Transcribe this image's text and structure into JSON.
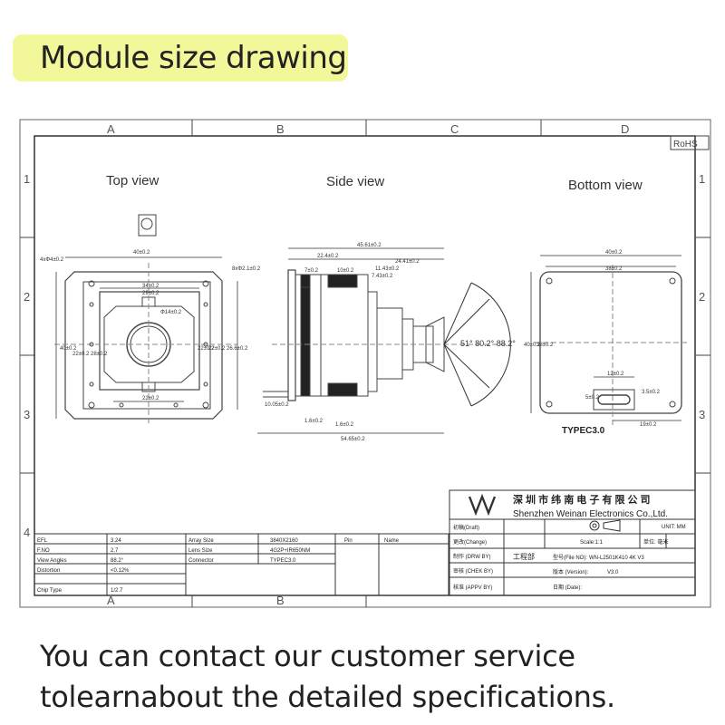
{
  "banner": {
    "title": "Module size drawing"
  },
  "caption": {
    "line1": "You can contact our customer service",
    "line2": "tolearnabout the detailed specifications."
  },
  "drawing": {
    "columns": [
      "A",
      "B",
      "C",
      "D"
    ],
    "rows": [
      "1",
      "2",
      "3",
      "4"
    ],
    "rohs": "RoHS",
    "views": {
      "top": "Top  view",
      "side": "Side   view",
      "bottom": "Bottom  view"
    },
    "top_dims": {
      "width_40": "40±0.2",
      "width_34": "34±0.2",
      "width_29": "29±0.2",
      "width_22": "22±0.2",
      "holes": "4xΦ4±0.2",
      "slot": "8xΦ2.1±0.2",
      "lens": "Φ14±0.2",
      "h40": "40±0.2",
      "h28": "28±0.2",
      "h22": "22±0.2",
      "h22r": "22±0.2",
      "h22r2": "22±0.2",
      "h26": "26.6±0.2"
    },
    "side_dims": {
      "total": "45.61±0.2",
      "d22": "22.4±0.2",
      "d24": "24.41±0.2",
      "d7": "7±0.2",
      "d10": "10±0.2",
      "d11": "11.43±0.2",
      "d7b": "7.43±0.2",
      "d10b": "10.05±0.2",
      "d1": "1.6±0.2",
      "d1b": "1.6±0.2",
      "d54": "54.65±0.2",
      "angles": "51° 80.2° 88.2°"
    },
    "bottom_dims": {
      "w40": "40±0.2",
      "w38": "38±0.2",
      "h40": "40±0.2",
      "h38": "38±0.2",
      "w12": "12±0.2",
      "d3": "3.5±0.2",
      "d19": "19±0.2",
      "d5": "5±0.2",
      "connector": "TYPEC3.0"
    },
    "title_block": {
      "company_cn": "深 圳 市 纬 南 电 子 有 限 公 司",
      "company_en": "Shenzhen Weinan Electronics Co.,Ltd.",
      "draft": "初稿(Draft)",
      "change": "更改(Change)",
      "drawn": "制作 (DRW BY)",
      "drawn_val": "工程部",
      "check": "审核 (CHEK BY)",
      "approve": "核准 (APPV BY)",
      "unit": "UNIT: MM",
      "scale": "Scale:1:1",
      "unit_cn": "单位: 毫米",
      "file": "型号(File NO):",
      "file_val": "WN-L2501K410  4K  V3",
      "version": "版本 (Version):",
      "version_val": "V3.0",
      "date": "日期 (Date):",
      "date_val": ""
    },
    "spec_table": {
      "rows": [
        [
          "EFL",
          "3.24",
          "Array Size",
          "3840X2160",
          "Pin",
          "Name"
        ],
        [
          "F.NO",
          "2.7",
          "Lens Size",
          "4G2P+IR650NM",
          "",
          ""
        ],
        [
          "View Angles",
          "88.2°",
          "Connector",
          "TYPEC3.0",
          "",
          ""
        ],
        [
          "Distortion",
          "<0.12%",
          "",
          "",
          "",
          ""
        ],
        [
          "",
          "",
          "",
          "",
          "",
          ""
        ],
        [
          "Chip Type",
          "1/2.7",
          "",
          "",
          "",
          ""
        ]
      ]
    }
  }
}
